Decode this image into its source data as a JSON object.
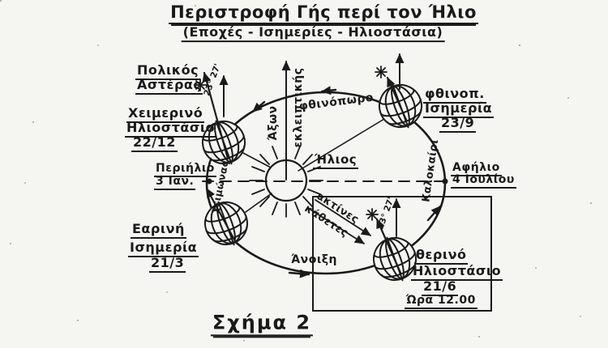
{
  "colors": {
    "ink": "#1a1a1a",
    "paper": "#f5f5f2"
  },
  "title": "Περιστροφή Γής περί τον Ήλιο",
  "subtitle": "(Εποχές - Ισημερίες - Ηλιοστάσια)",
  "caption": "Σχήμα 2",
  "sun_label": "Ήλιος",
  "ecliptic_axis": {
    "word1": "Άξων",
    "word2": "εκλειπτικής"
  },
  "tilt_angle": "23° 27'",
  "polar_star": {
    "line1": "Πολικός",
    "line2": "Αστέρας"
  },
  "winter_solstice": {
    "line1": "Χειμερινό",
    "line2": "Ηλιοστάσιο",
    "date": "22/12"
  },
  "spring_equinox": {
    "line1": "Εαρινή",
    "line2": "Ισημερία",
    "date": "21/3"
  },
  "autumn_equinox": {
    "line1": "φθινοπ.",
    "line2": "Ισημερία",
    "date": "23/9"
  },
  "summer_solstice": {
    "line1": "θερινό",
    "line2": "Ηλιοστάσιο",
    "date": "21/6",
    "time": "Ώρα 12.00"
  },
  "perihelion": {
    "line1": "Περιήλιο",
    "line2": "3 Ιαν."
  },
  "aphelion": {
    "line1": "Αφήλιο",
    "line2": "4 Ιουλίου"
  },
  "seasons": {
    "autumn": "φθινόπωρο",
    "winter": "χειμώνας",
    "summer": "Καλοκαίρι",
    "spring": "Άνοιξη"
  },
  "sun_rays_label": {
    "line1": "ακτίνες",
    "line2": "κάθετες"
  },
  "icons": {
    "star": "✳"
  }
}
